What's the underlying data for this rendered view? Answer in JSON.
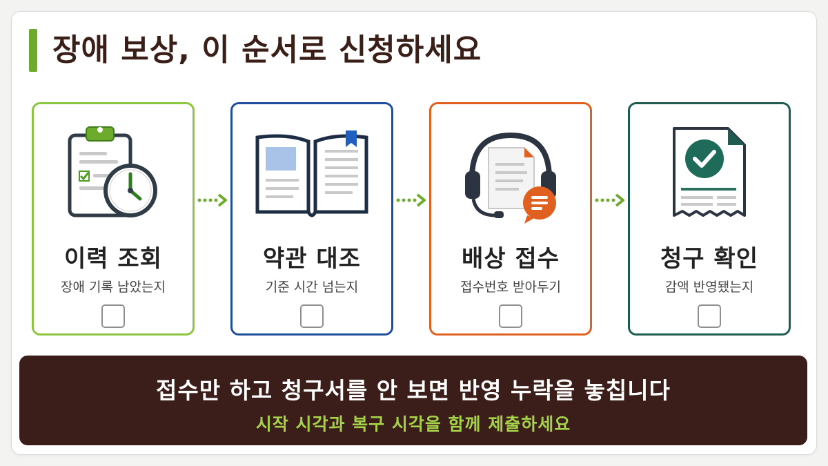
{
  "title": "장애 보상, 이 순서로 신청하세요",
  "colors": {
    "accent_green": "#6cab2c",
    "card1_border": "#8cc63f",
    "card2_border": "#1f4e9c",
    "card3_border": "#e0601f",
    "card4_border": "#1f5c50",
    "banner_bg": "#3b1e1a",
    "banner_highlight": "#a4d34a"
  },
  "steps": [
    {
      "heading": "이력 조회",
      "sub": "장애 기록 남았는지",
      "icon": "clipboard-clock-icon",
      "checked": false
    },
    {
      "heading": "약관 대조",
      "sub": "기준 시간 넘는지",
      "icon": "open-book-icon",
      "checked": false
    },
    {
      "heading": "배상 접수",
      "sub": "접수번호 받아두기",
      "icon": "headset-document-icon",
      "checked": false
    },
    {
      "heading": "청구 확인",
      "sub": "감액 반영됐는지",
      "icon": "receipt-check-icon",
      "checked": false
    }
  ],
  "banner": {
    "line1": "접수만 하고 청구서를 안 보면 반영 누락을 놓칩니다",
    "line2": "시작 시각과 복구 시각을 함께 제출하세요"
  }
}
